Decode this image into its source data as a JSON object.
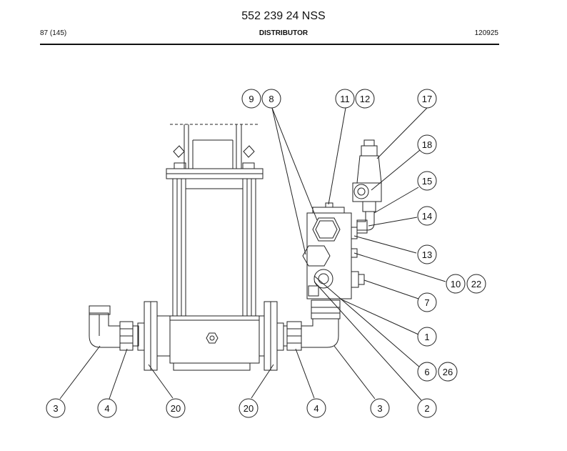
{
  "header": {
    "title": "552 239 24 NSS",
    "page": "87 (145)",
    "section": "DISTRIBUTOR",
    "doc_number": "120925"
  },
  "callouts": {
    "c_9": "9",
    "c_8": "8",
    "c_11": "11",
    "c_12": "12",
    "c_17": "17",
    "c_18": "18",
    "c_15": "15",
    "c_14": "14",
    "c_13": "13",
    "c_10": "10",
    "c_22": "22",
    "c_7": "7",
    "c_1": "1",
    "c_6": "6",
    "c_26": "26",
    "c_2": "2",
    "c_3a": "3",
    "c_4a": "4",
    "c_20a": "20",
    "c_20b": "20",
    "c_4b": "4",
    "c_3b": "3"
  }
}
